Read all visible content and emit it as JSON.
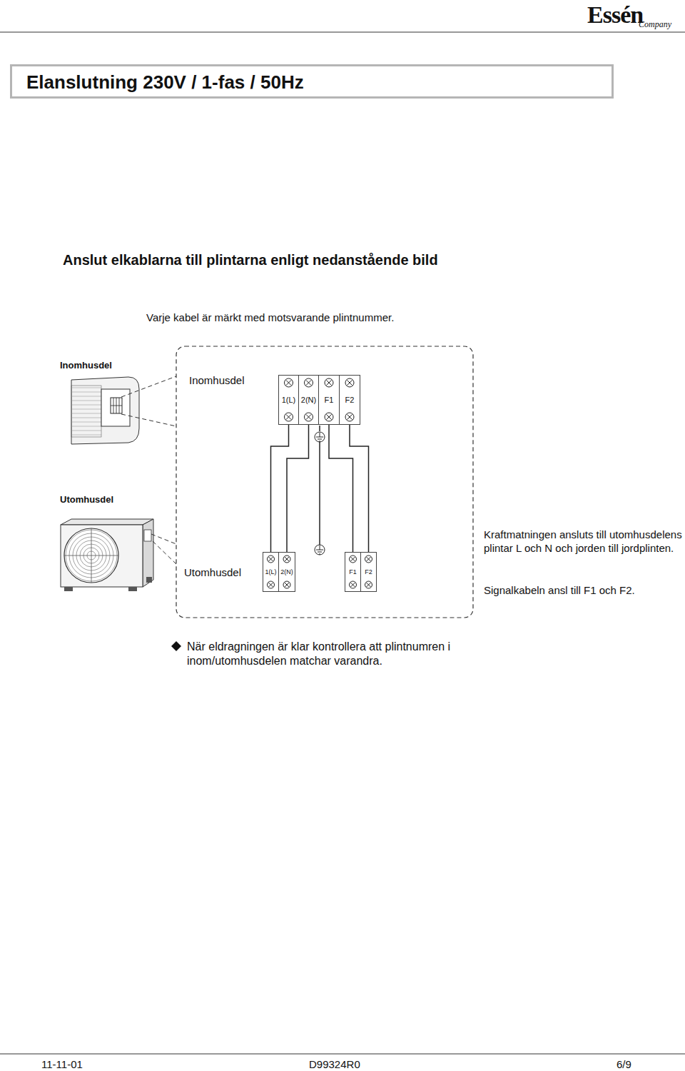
{
  "diagram": {
    "title": "Elanslutning 230V / 1-fas / 50Hz",
    "nodes": [
      {
        "text": [
          "1(L)"
        ]
      },
      {
        "text": [
          "2(N)"
        ]
      },
      {
        "text": [
          "F1"
        ]
      },
      {
        "text": [
          "F2"
        ]
      },
      {
        "text": [
          "1(L)"
        ]
      },
      {
        "text": [
          "2(N)"
        ]
      },
      {
        "text": [
          "F1"
        ]
      },
      {
        "text": [
          "F2"
        ]
      }
    ],
    "edges": [
      {
        "from": 0,
        "to": 4,
        "arrow": "none"
      },
      {
        "from": 1,
        "to": 5,
        "arrow": "none"
      },
      {
        "from": 2,
        "to": 6,
        "arrow": "none"
      },
      {
        "from": 3,
        "to": 7,
        "arrow": "none"
      }
    ],
    "labels": [
      "Essén",
      "Company",
      "Anslut elkablarna till plintarna enligt nedanstående bild",
      "Varje kabel är märkt med motsvarande plintnummer.",
      "Inomhusdel",
      "Inomhusdel",
      "Utomhusdel",
      "Utomhusdel",
      "Kraftmatningen ansluts till utomhusdelens plintar L och N och jorden till jordplinten.",
      "Signalkabeln ansl till F1 och F2.",
      "När eldragningen är klar kontrollera att plintnumren i inom/utomhusdelen matchar varandra.",
      "11-11-01",
      "D99324R0",
      "6/9"
    ]
  }
}
